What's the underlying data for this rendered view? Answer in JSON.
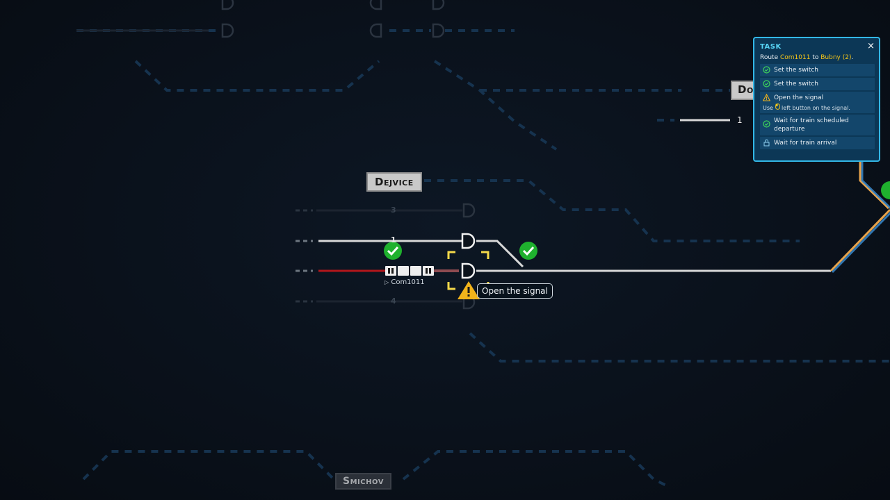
{
  "map": {
    "stations": {
      "dejvice": "Dejvice",
      "smichov": "Smichov",
      "partial_top_right": "Do"
    },
    "track_numbers": {
      "dejvice_track1": "1",
      "dejvice_track3": "3",
      "dejvice_track4": "4",
      "right_track1": "1"
    },
    "train": {
      "name": "Com1011",
      "marker_glyph": "▷"
    },
    "tooltip": {
      "text": "Open the signal"
    },
    "colors": {
      "track_active": "#d8d8d8",
      "track_dim": "#1c2430",
      "track_dashed": "#16334f",
      "track_red": "#b3161b",
      "check_green": "#1fb12e",
      "warning_yellow": "#f2b41b",
      "selection_yellow": "#f5d94a"
    }
  },
  "task_panel": {
    "title": "TASK",
    "close_glyph": "×",
    "route_prefix": "Route ",
    "route_train": "Com1011",
    "route_middle": " to ",
    "route_destination": "Bubny (2)",
    "route_suffix": ".",
    "steps": [
      {
        "label": "Set the switch",
        "status": "done"
      },
      {
        "label": "Set the switch",
        "status": "done"
      },
      {
        "label": "Open the signal",
        "status": "warning",
        "hint_prefix": "Use ",
        "hint_suffix": " left button on the signal."
      },
      {
        "label": "Wait for train scheduled departure",
        "status": "done"
      },
      {
        "label": "Wait for train arrival",
        "status": "locked"
      }
    ]
  }
}
